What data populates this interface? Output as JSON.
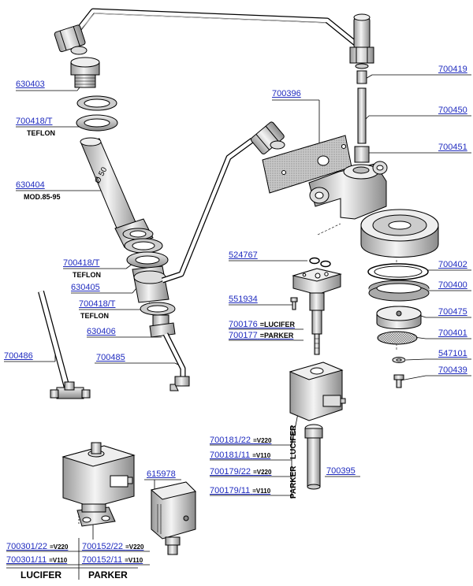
{
  "labels": {
    "p630403": "630403",
    "p700418_1": "700418/T",
    "p700418_2": "700418/T",
    "p700418_3": "700418/T",
    "teflon": "TEFLON",
    "p630404": "630404",
    "mod": "MOD.85-95",
    "p630405": "630405",
    "p630406": "630406",
    "p700485": "700485",
    "p700486": "700486",
    "p700396": "700396",
    "p700419": "700419",
    "p700450": "700450",
    "p700451": "700451",
    "p524767": "524767",
    "p551934": "551934",
    "p700176": "700176",
    "p700177": "700177",
    "p700402": "700402",
    "p700400": "700400",
    "p700475": "700475",
    "p700401": "700401",
    "p547101": "547101",
    "p700439": "700439",
    "p700181_22": "700181/22",
    "p700181_11": "700181/11",
    "p700179_22": "700179/22",
    "p700179_11": "700179/11",
    "p700395": "700395",
    "p615978": "615978",
    "p700301_22": "700301/22",
    "p700301_11": "700301/11",
    "p700152_22": "700152/22",
    "p700152_11": "700152/11"
  },
  "suffix": {
    "lucifer": "=LUCIFER",
    "parker": "=PARKER",
    "v220": "=V220",
    "v110": "=V110"
  },
  "brands": {
    "lucifer": "LUCIFER",
    "parker": "PARKER"
  },
  "diameter_mark": "Ø 50",
  "colors": {
    "link": "#1f2bbf",
    "line": "#000000"
  }
}
